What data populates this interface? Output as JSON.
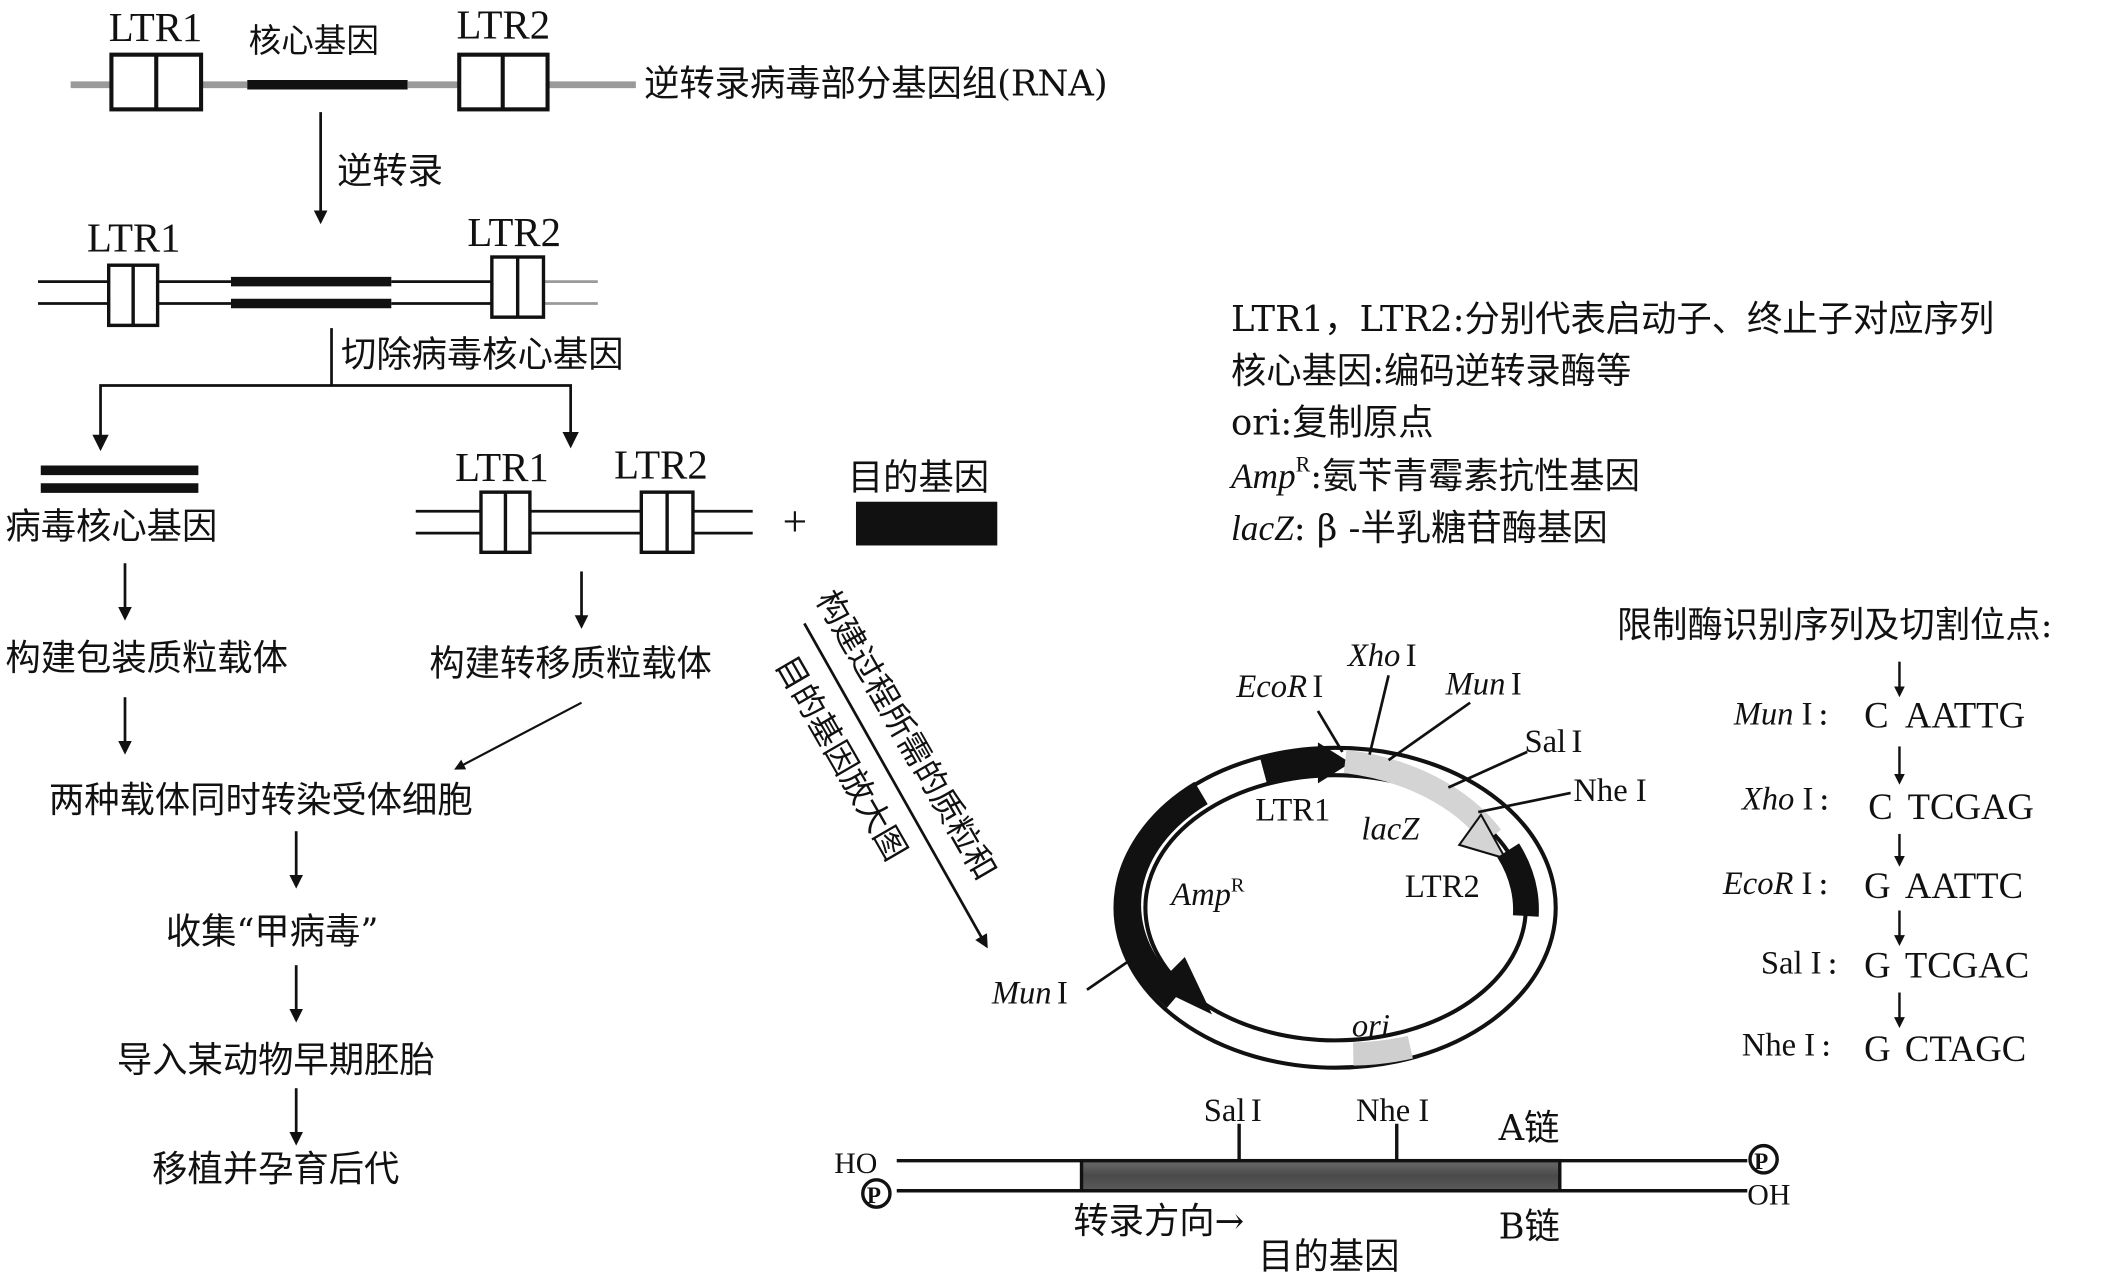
{
  "flow": {
    "ltr1": "LTR1",
    "ltr2": "LTR2",
    "core_gene": "核心基因",
    "rna_label": "逆转录病毒部分基因组(RNA)",
    "reverse_transcription": "逆转录",
    "cut_core": "切除病毒核心基因",
    "virus_core_gene": "病毒核心基因",
    "plus": "+",
    "target_gene": "目的基因",
    "build_packaging": "构建包装质粒载体",
    "build_transfer": "构建转移质粒载体",
    "cotransfect": "两种载体同时转染受体细胞",
    "collect": "收集“甲病毒”",
    "introduce": "导入某动物早期胚胎",
    "transplant": "移植并孕育后代",
    "enlarge_line1": "构建过程所需的质粒和",
    "enlarge_line2": "目的基因放大图"
  },
  "legend": {
    "line1": "LTR1，LTR2:分别代表启动子、终止子对应序列",
    "line2": "核心基因:编码逆转录酶等",
    "line3": "ori:复制原点",
    "line4_italic": "Amp",
    "line4_sup": "R",
    "line4_rest": ":氨苄青霉素抗性基因",
    "line5_italic": "lacZ",
    "line5_rest": ": β -半乳糖苷酶基因"
  },
  "plasmid": {
    "ecor": "EcoR",
    "xho": "Xho",
    "mun": "Mun",
    "sal": "Sal",
    "nhe": "Nhe",
    "roman": "I",
    "ltr1": "LTR1",
    "ltr2": "LTR2",
    "lacz": "lacZ",
    "amp": "Amp",
    "amp_sup": "R",
    "ori": "ori",
    "mun_left": "Mun"
  },
  "enzymes": {
    "title": "限制酶识别序列及切割位点:",
    "items": [
      {
        "name": "Mun",
        "italic": true,
        "num": "I",
        "sep": ":",
        "left": "C",
        "right": "AATTG"
      },
      {
        "name": "Xho",
        "italic": true,
        "num": "I",
        "sep": ":",
        "left": "C",
        "right": "TCGAG"
      },
      {
        "name": "EcoR",
        "italic": true,
        "num": "I",
        "sep": ":",
        "left": "G",
        "right": "AATTC"
      },
      {
        "name": "Sal",
        "italic": false,
        "num": "I",
        "sep": ":",
        "left": "G",
        "right": "TCGAC"
      },
      {
        "name": "Nhe",
        "italic": false,
        "num": "I",
        "sep": ":",
        "left": "G",
        "right": "CTAGC"
      }
    ]
  },
  "gene": {
    "ho": "HO",
    "oh": "OH",
    "p": "P",
    "sal": "Sal",
    "nhe": "Nhe",
    "roman": "I",
    "a_chain": "A链",
    "b_chain": "B链",
    "direction": "转录方向→",
    "target_gene": "目的基因"
  },
  "colors": {
    "ink": "#111111",
    "gray_line": "#9a9a9a",
    "light_gray": "#d4d4d4",
    "dark_gray_box": "#4e4e4e"
  }
}
